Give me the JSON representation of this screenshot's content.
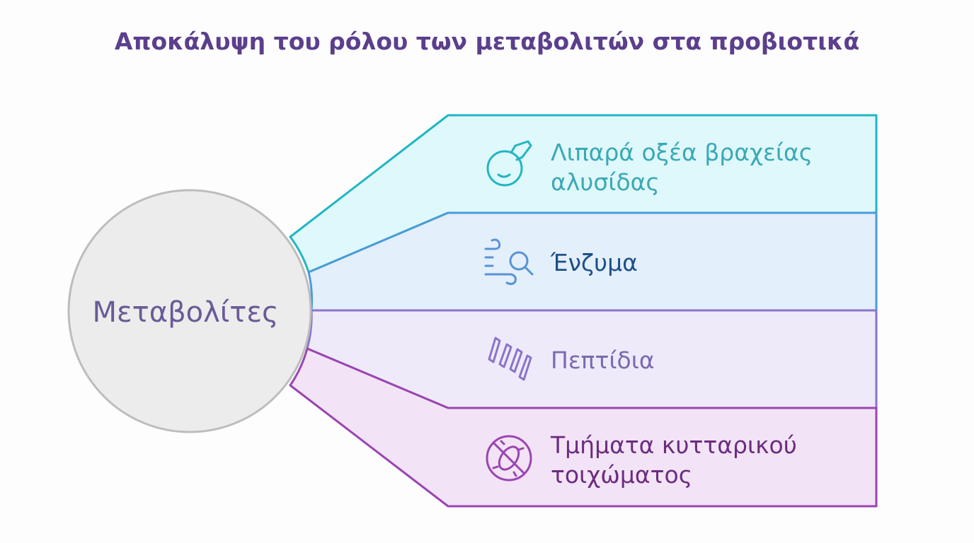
{
  "title": "Αποκάλυψη του ρόλου των μεταβολιτών στα προβιοτικά",
  "center": "Μεταβολίτες",
  "items": [
    {
      "lines": [
        "Λιπαρά οξέα βραχείας",
        "αλυσίδας"
      ],
      "icon": "flask-icon",
      "stroke": "#22b5c4",
      "fill": "#dff8fb",
      "text_color": "#3aa9b5"
    },
    {
      "lines": [
        "Ένζυμα"
      ],
      "icon": "search-wind-icon",
      "stroke": "#4a9bd8",
      "fill": "#e3effb",
      "text_color": "#1f4f8a"
    },
    {
      "lines": [
        "Πεπτίδια"
      ],
      "icon": "helix-icon",
      "stroke": "#8b73c9",
      "fill": "#efeafa",
      "text_color": "#7b6aaf"
    },
    {
      "lines": [
        "Τμήματα κυτταρικού",
        "τοιχώματος"
      ],
      "icon": "no-bacteria-icon",
      "stroke": "#9a45b0",
      "fill": "#f3e3f6",
      "text_color": "#6b2d7f"
    }
  ]
}
